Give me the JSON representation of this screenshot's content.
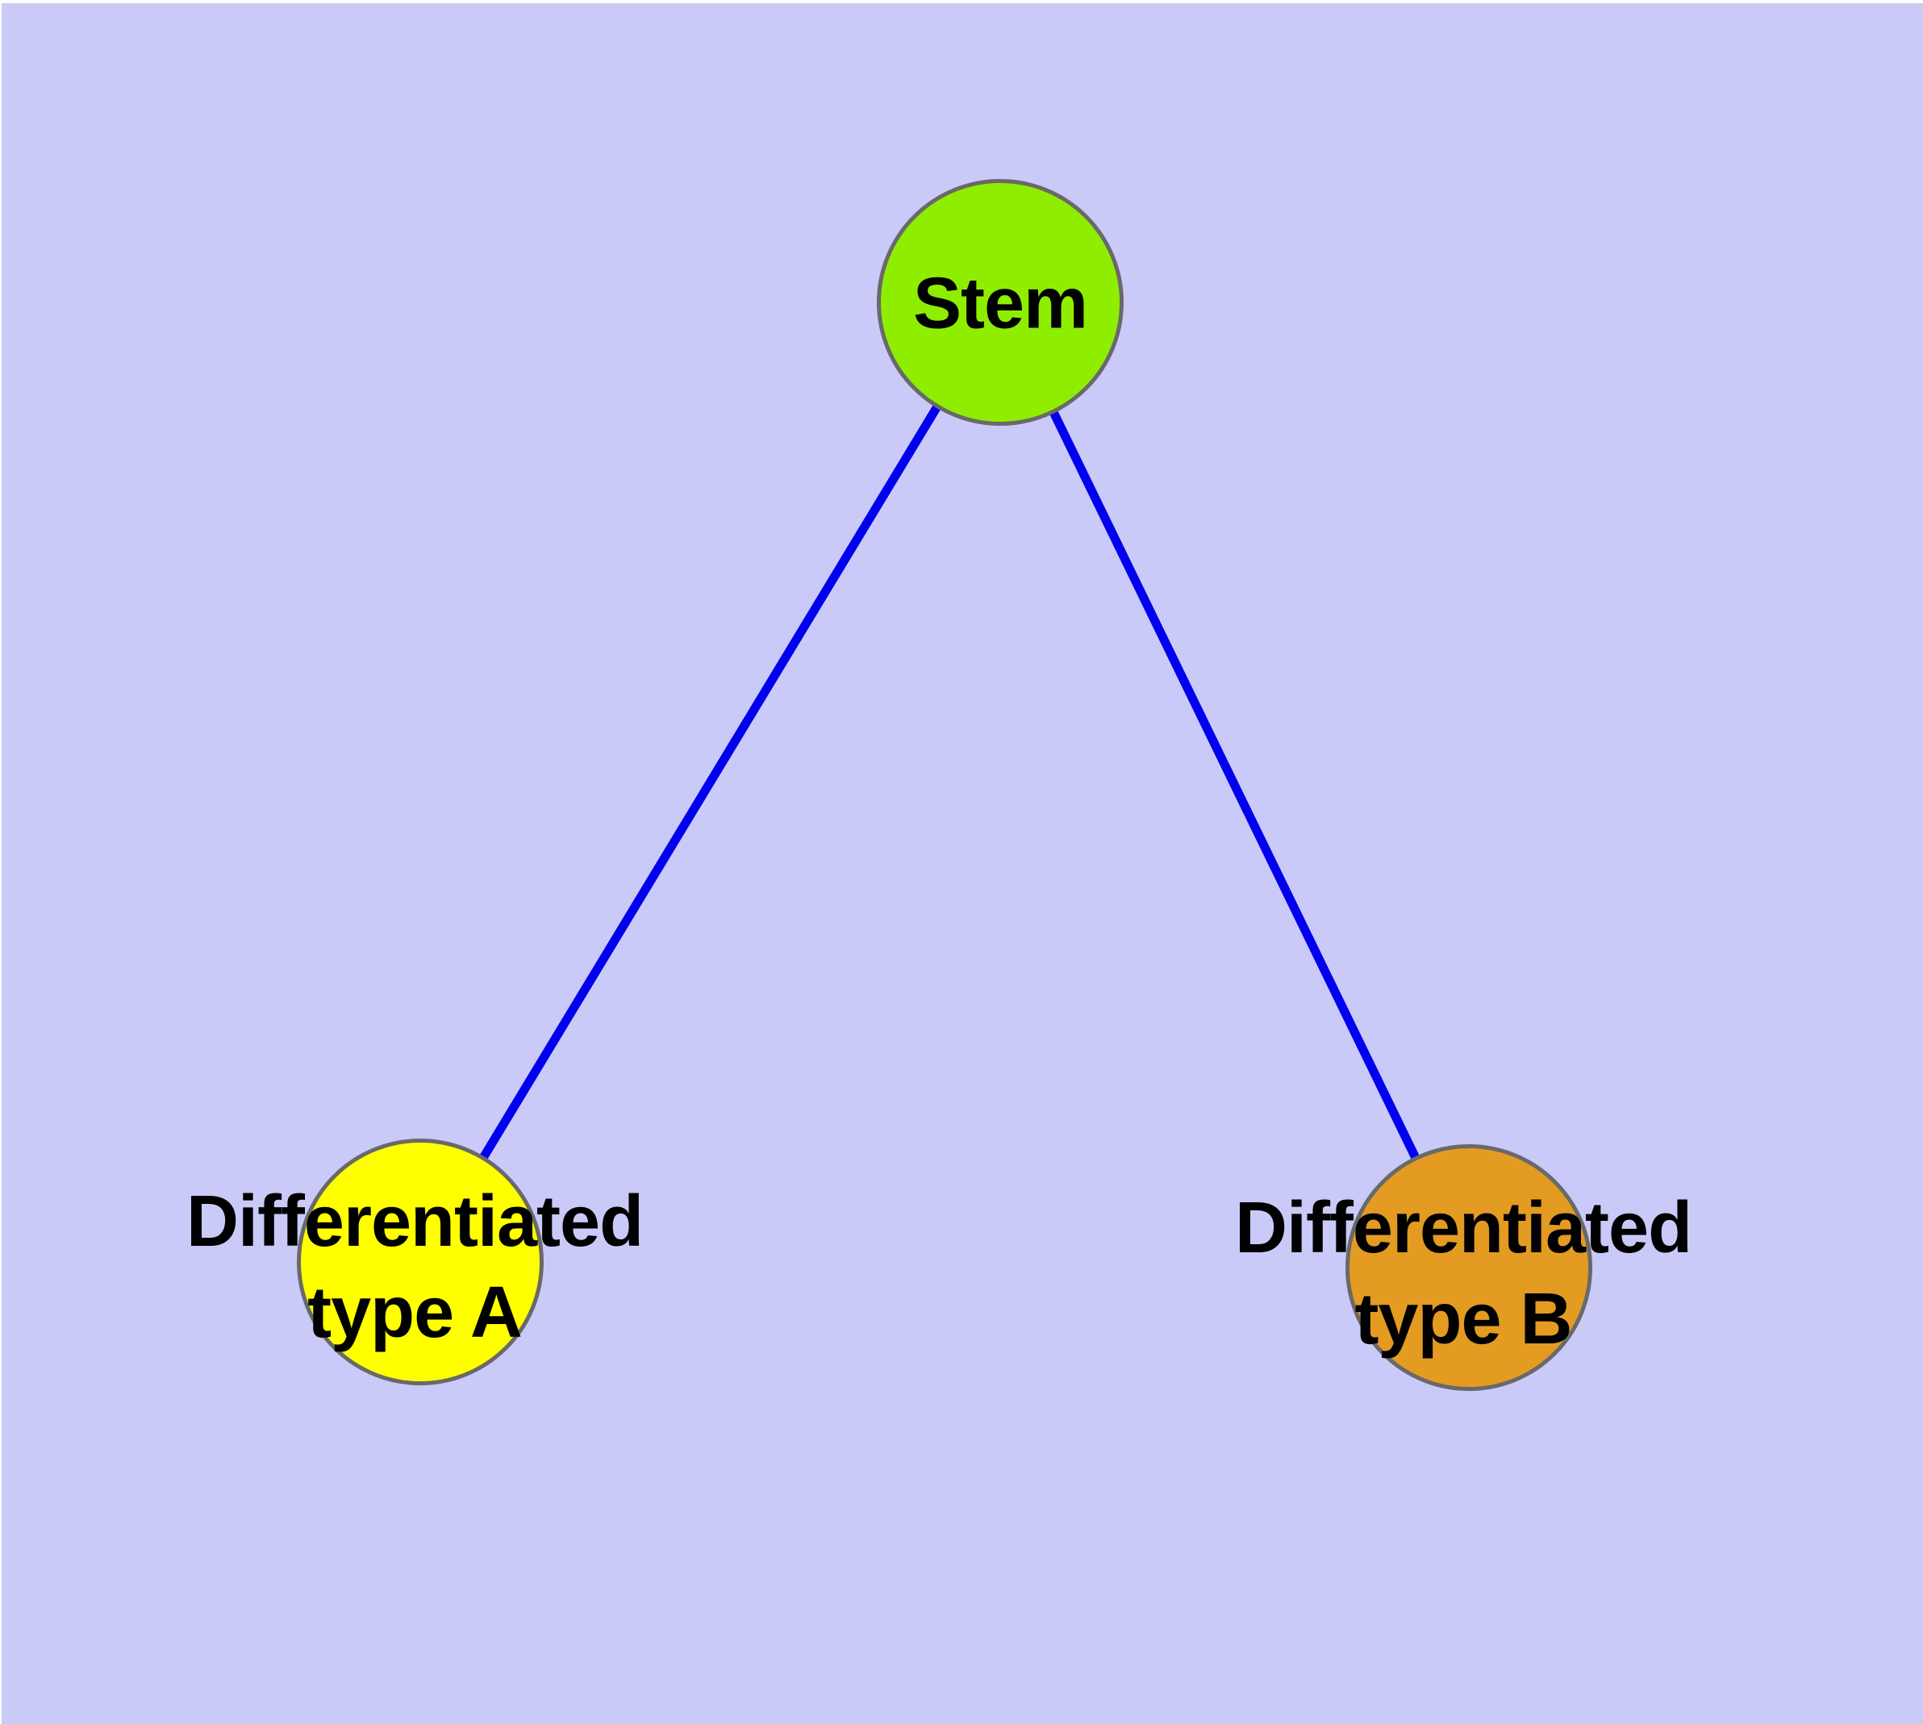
{
  "diagram": {
    "background": "#CACAF8",
    "node_border_color": "#696969",
    "edge_color": "#0000EE",
    "label_color": "#000000",
    "nodes": [
      {
        "id": "stem",
        "label": "Stem",
        "fill": "#8FEE00",
        "shape": "circle"
      },
      {
        "id": "differentiated-type-a",
        "label": "Differentiated type A",
        "label_line1": "Differentiated",
        "label_line2": "type A",
        "fill": "#FFFF00",
        "shape": "circle"
      },
      {
        "id": "differentiated-type-b",
        "label": "Differentiated type B",
        "label_line1": "Differentiated",
        "label_line2": "type B",
        "fill": "#E49B22",
        "shape": "circle"
      }
    ],
    "edges": [
      {
        "from": "stem",
        "to": "differentiated-type-a"
      },
      {
        "from": "stem",
        "to": "differentiated-type-b"
      }
    ]
  }
}
